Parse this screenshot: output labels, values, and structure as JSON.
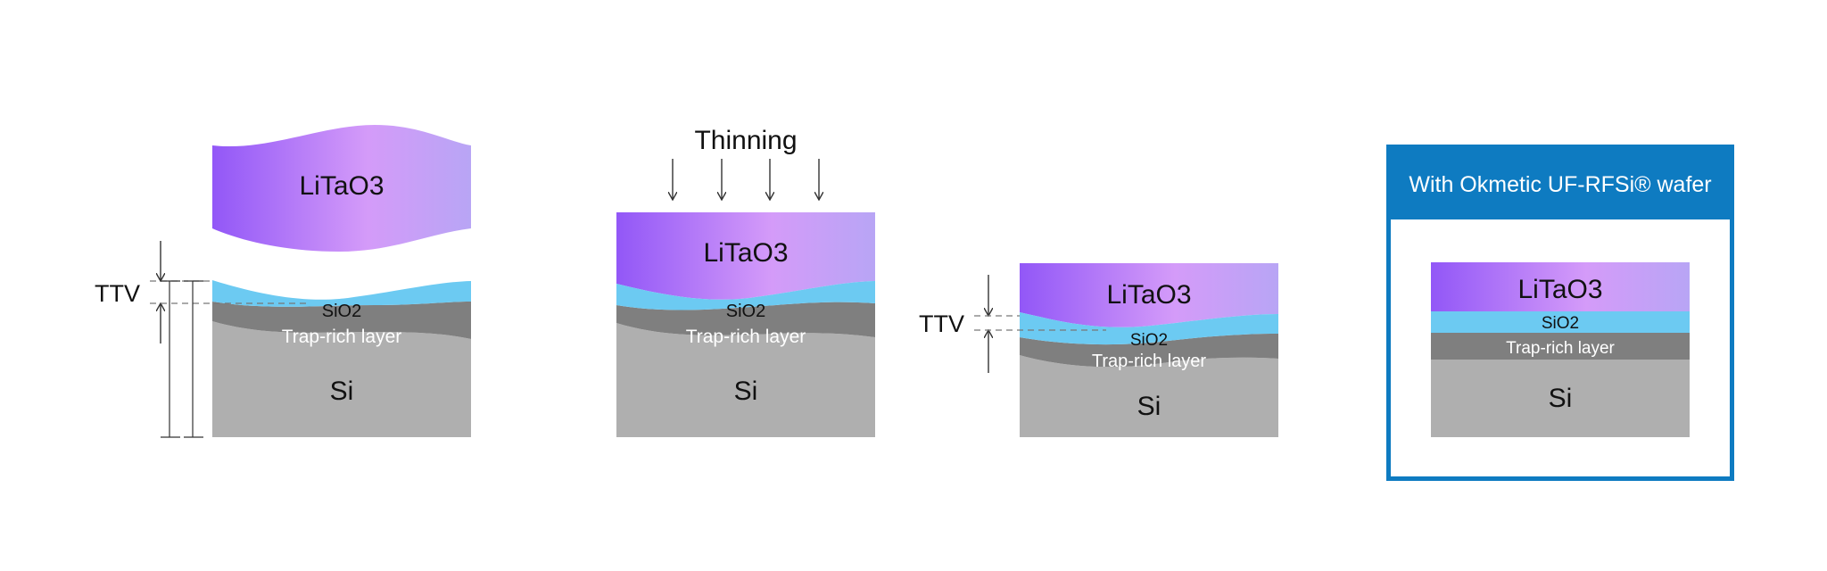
{
  "colors": {
    "litao3_left": "#9257f7",
    "litao3_mid": "#d49bf9",
    "litao3_right": "#b8a5f5",
    "sio2": "#6ccaf2",
    "trap_rich": "#7f7f7f",
    "si": "#afafaf",
    "accent_blue": "#0e7bc1",
    "line": "#333333"
  },
  "labels": {
    "litao3": "LiTaO3",
    "sio2": "SiO2",
    "trap_rich": "Trap-rich layer",
    "si": "Si",
    "ttv": "TTV",
    "thinning": "Thinning"
  },
  "okmetic_panel": {
    "title": "With Okmetic UF-RFSi® wafer"
  }
}
